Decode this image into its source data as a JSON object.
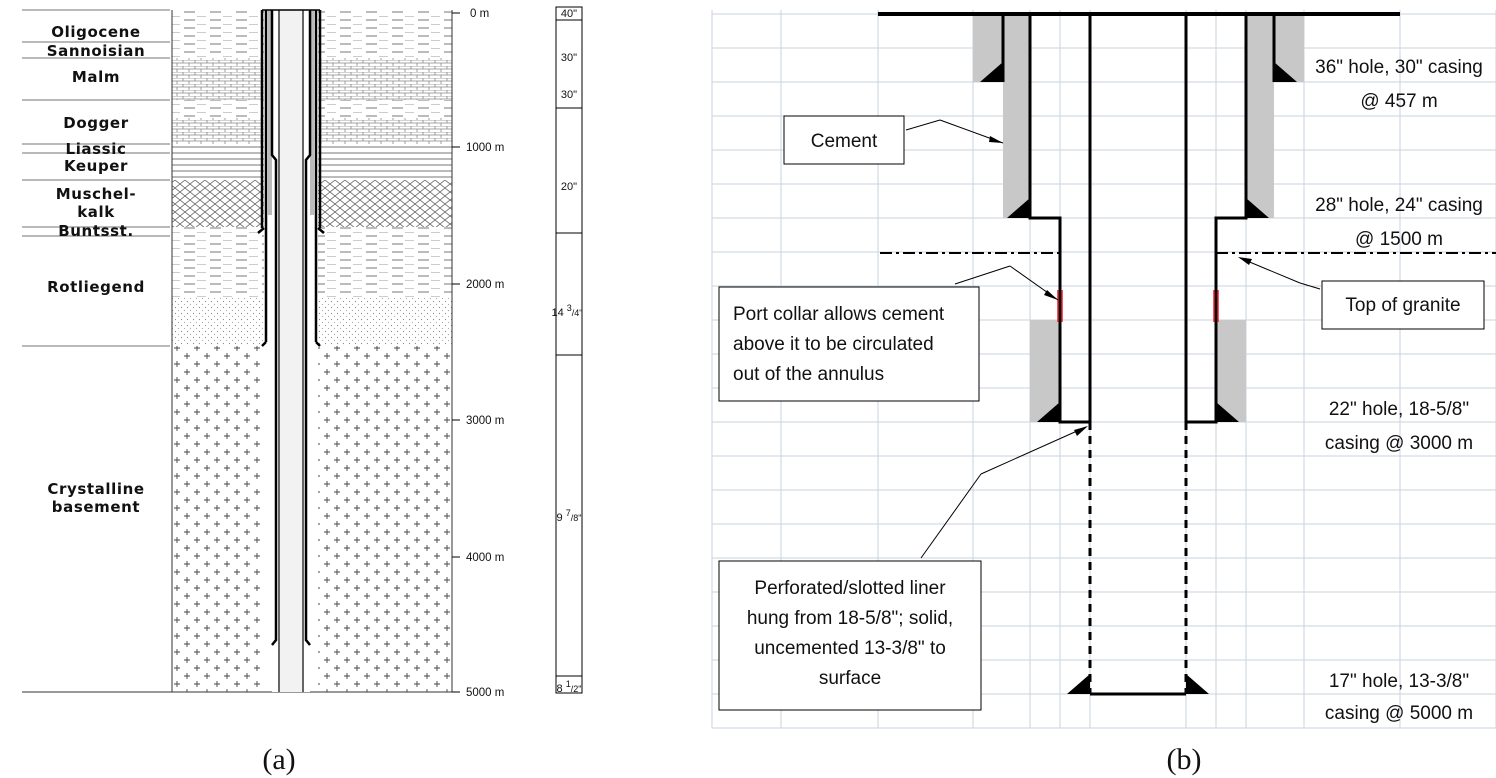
{
  "panel_a": {
    "caption": "(a)",
    "formations": [
      {
        "name": "Oligocene"
      },
      {
        "name": "Sannoisian"
      },
      {
        "name": "Malm"
      },
      {
        "name": "Dogger"
      },
      {
        "name": "Liassic"
      },
      {
        "name": "Keuper"
      },
      {
        "name": "Muschel-"
      },
      {
        "name": "kalk"
      },
      {
        "name": "Buntsst."
      },
      {
        "name": "Rotliegend"
      },
      {
        "name": "Crystalline"
      },
      {
        "name": "basement"
      }
    ],
    "depth_labels": [
      "0 m",
      "1000 m",
      "2000 m",
      "3000 m",
      "4000 m",
      "5000 m"
    ],
    "hole_sizes": [
      {
        "main": "40\"",
        "sup": ""
      },
      {
        "main": "30\"",
        "sup": ""
      },
      {
        "main": "30\"",
        "sup": ""
      },
      {
        "main": "20\"",
        "sup": ""
      },
      {
        "main": "14 ",
        "sup": "3",
        "tail": "/4\""
      },
      {
        "main": "9 ",
        "sup": "7",
        "tail": "/8\""
      },
      {
        "main": "8 ",
        "sup": "1",
        "tail": "/2\""
      }
    ]
  },
  "panel_b": {
    "caption": "(b)",
    "labels": {
      "hole1_line1": "36\" hole, 30\" casing",
      "hole1_line2": "@ 457 m",
      "hole2_line1": "28\" hole, 24\" casing",
      "hole2_line2": "@ 1500 m",
      "hole3_line1": "22\" hole, 18-5/8\"",
      "hole3_line2": "casing @ 3000 m",
      "hole4_line1": "17\" hole, 13-3/8\"",
      "hole4_line2": "casing @ 5000 m"
    },
    "callouts": {
      "cement": "Cement",
      "granite": "Top of granite",
      "port_collar": [
        "Port collar allows cement",
        "above it to be circulated",
        "out of the annulus"
      ],
      "liner": [
        "Perforated/slotted liner",
        "hung from 18-5/8\"; solid,",
        "uncemented 13-3/8\" to",
        "surface"
      ]
    }
  },
  "colors": {
    "cement": "#c8c8c8",
    "grid": "#c9d3e0",
    "port_collar": "#e8202a",
    "ink": "#000000"
  }
}
